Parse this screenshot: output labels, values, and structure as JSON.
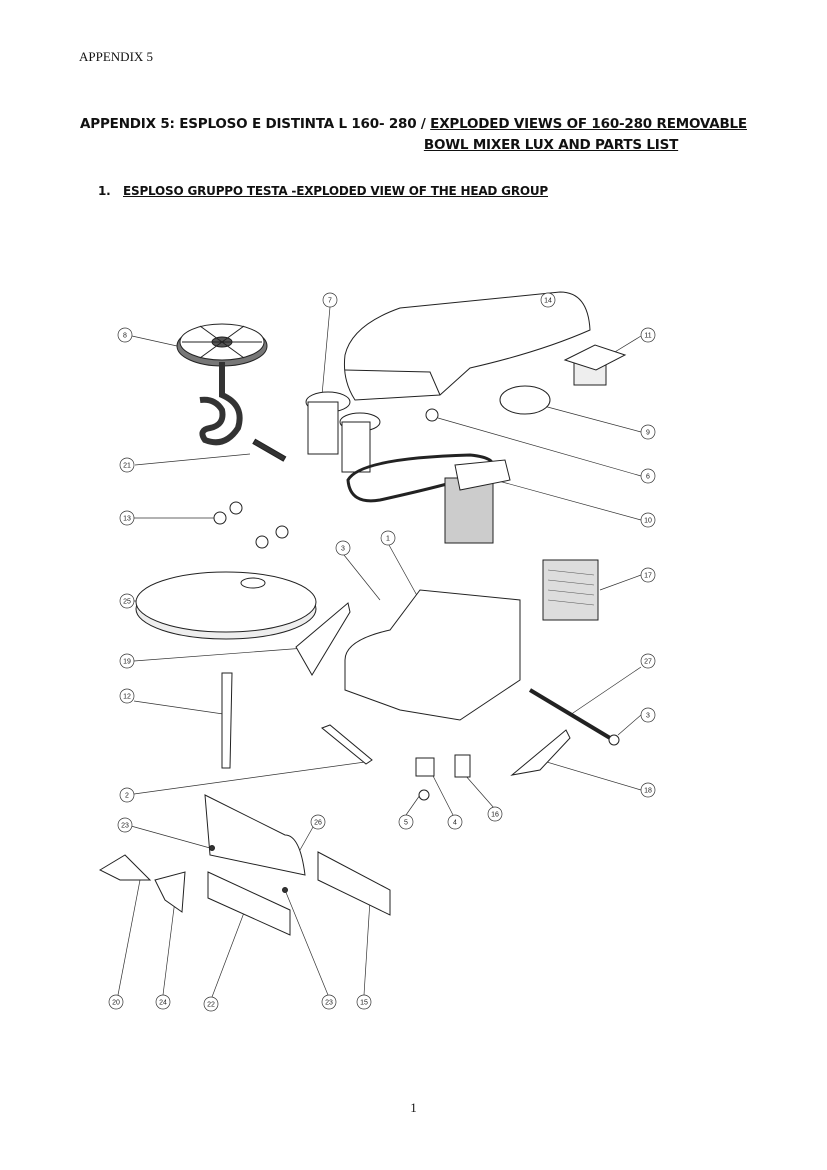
{
  "header": {
    "text": "APPENDIX 5"
  },
  "title": {
    "part1": "APPENDIX 5: ESPLOSO E DISTINTA  L 160- 280 / ",
    "part2": "EXPLODED VIEWS OF 160-280 REMOVABLE",
    "line2": "BOWL MIXER LUX AND PARTS LIST"
  },
  "section": {
    "number": "1.",
    "title": "ESPLOSO GRUPPO TESTA  -EXPLODED VIEW OF THE HEAD GROUP"
  },
  "callouts": [
    "7",
    "14",
    "8",
    "11",
    "9",
    "21",
    "6",
    "13",
    "10",
    "3",
    "1",
    "17",
    "25",
    "19",
    "27",
    "12",
    "3",
    "2",
    "18",
    "23",
    "26",
    "5",
    "4",
    "16",
    "20",
    "24",
    "22",
    "23",
    "15"
  ],
  "page_number": "1"
}
